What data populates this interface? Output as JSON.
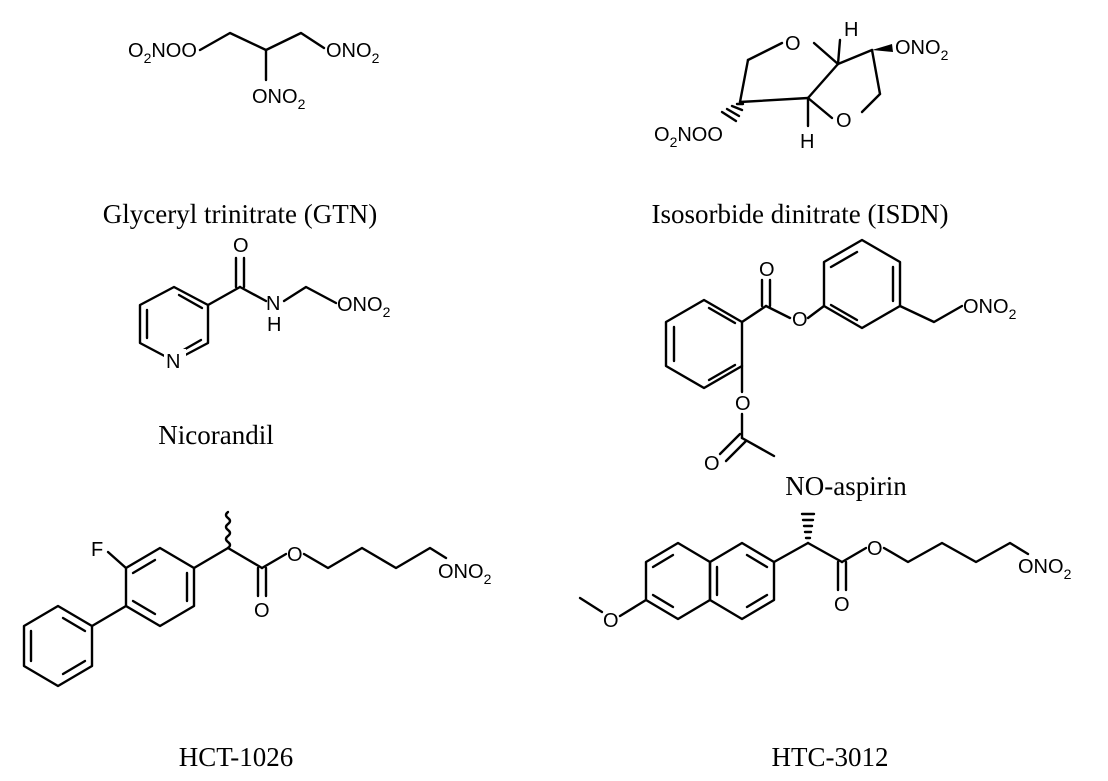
{
  "groups": {
    "ono2": "ONO",
    "o2no": "O",
    "o2no_tail": "NO",
    "two": "2"
  },
  "atoms": {
    "O": "O",
    "H": "H",
    "N": "N",
    "F": "F"
  },
  "compounds": [
    {
      "label": "Glyceryl trinitrate (GTN)"
    },
    {
      "label": "Isosorbide dinitrate (ISDN)"
    },
    {
      "label": "Nicorandil"
    },
    {
      "label": "NO-aspirin"
    },
    {
      "label": "HCT-1026"
    },
    {
      "label": "HTC-3012"
    }
  ]
}
